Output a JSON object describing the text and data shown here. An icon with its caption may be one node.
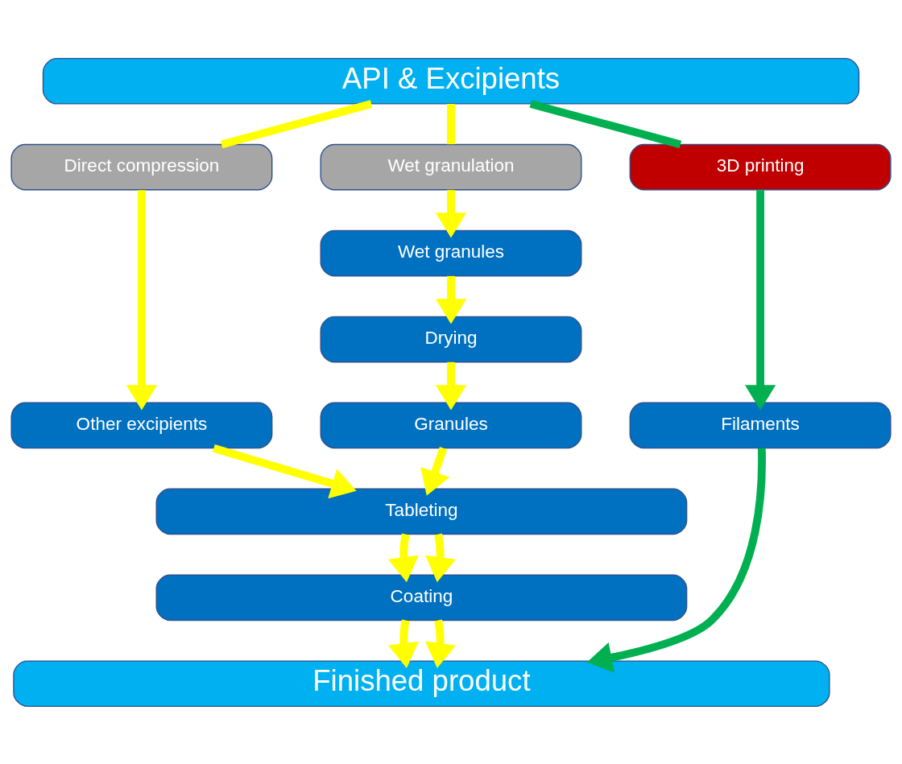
{
  "diagram": {
    "nodes": [
      {
        "text": [
          "API & Excipients"
        ]
      },
      {
        "text": [
          "Direct compression"
        ]
      },
      {
        "text": [
          "Wet granulation"
        ]
      },
      {
        "text": [
          "3D printing"
        ]
      },
      {
        "text": [
          "Wet granules"
        ]
      },
      {
        "text": [
          "Drying"
        ]
      },
      {
        "text": [
          "Other excipients"
        ]
      },
      {
        "text": [
          "Granules"
        ]
      },
      {
        "text": [
          "Filaments"
        ]
      },
      {
        "text": [
          "Tableting"
        ]
      },
      {
        "text": [
          "Coating"
        ]
      },
      {
        "text": [
          "Finished product"
        ]
      }
    ],
    "edges": [
      {
        "from": 0,
        "to": 1,
        "arrow": "none"
      },
      {
        "from": 0,
        "to": 2,
        "arrow": "none"
      },
      {
        "from": 0,
        "to": 3,
        "arrow": "none",
        "color": "#00b050"
      },
      {
        "from": 1,
        "to": 6,
        "arrow": "to"
      },
      {
        "from": 2,
        "to": 4,
        "arrow": "to"
      },
      {
        "from": 4,
        "to": 5,
        "arrow": "to"
      },
      {
        "from": 5,
        "to": 7,
        "arrow": "to"
      },
      {
        "from": 3,
        "to": 8,
        "arrow": "to",
        "color": "#00b050"
      },
      {
        "from": 6,
        "to": 9,
        "arrow": "to"
      },
      {
        "from": 7,
        "to": 9,
        "arrow": "to"
      },
      {
        "from": 9,
        "to": 10,
        "arrow": "to"
      },
      {
        "from": 9,
        "to": 10,
        "arrow": "to"
      },
      {
        "from": 10,
        "to": 11,
        "arrow": "to"
      },
      {
        "from": 10,
        "to": 11,
        "arrow": "to"
      },
      {
        "from": 8,
        "to": 11,
        "arrow": "to",
        "color": "#00b050"
      }
    ]
  }
}
